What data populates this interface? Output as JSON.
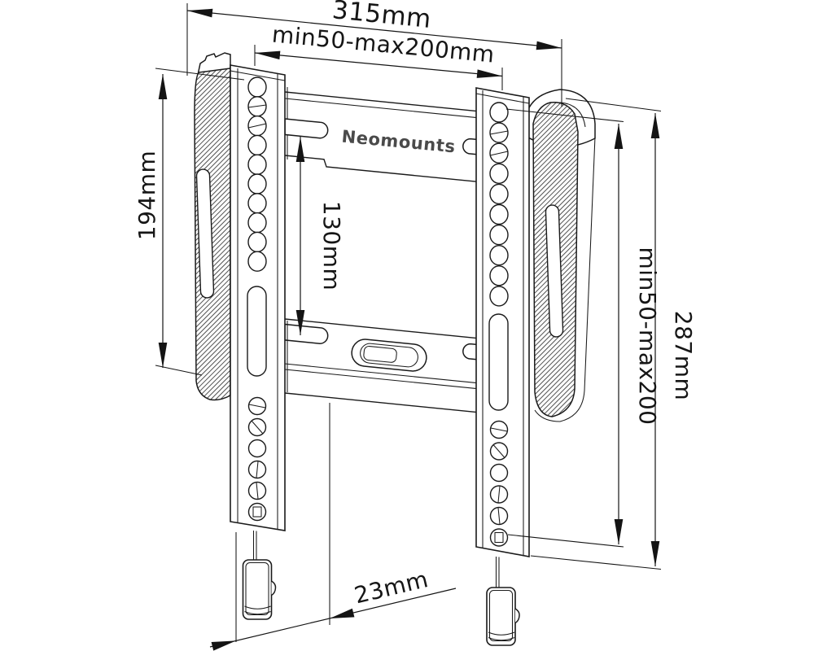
{
  "drawing": {
    "brand_label": "Neomounts",
    "dim_overall_width": "315mm",
    "dim_vesa_width": "min50-max200mm",
    "dim_pad_height": "194mm",
    "dim_inner_height": "130mm",
    "dim_vesa_height": "min50-max200",
    "dim_overall_height": "287mm",
    "dim_depth": "23mm",
    "colors": {
      "line": "#1a1a1a",
      "text": "#141414",
      "logo": "#4a4a4a",
      "background": "#ffffff"
    }
  }
}
